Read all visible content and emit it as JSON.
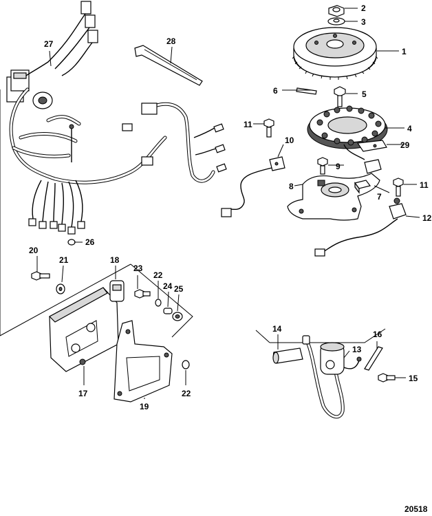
{
  "figure_id": "20518",
  "callouts": {
    "c1": "1",
    "c2": "2",
    "c3": "3",
    "c4": "4",
    "c5": "5",
    "c6": "6",
    "c7": "7",
    "c8": "8",
    "c9": "9",
    "c10": "10",
    "c11a": "11",
    "c11b": "11",
    "c12": "12",
    "c13": "13",
    "c14": "14",
    "c15": "15",
    "c16": "16",
    "c17": "17",
    "c18": "18",
    "c19": "19",
    "c20": "20",
    "c21": "21",
    "c22a": "22",
    "c22b": "22",
    "c23": "23",
    "c24": "24",
    "c25": "25",
    "c26": "26",
    "c27": "27",
    "c28": "28",
    "c29": "29"
  }
}
